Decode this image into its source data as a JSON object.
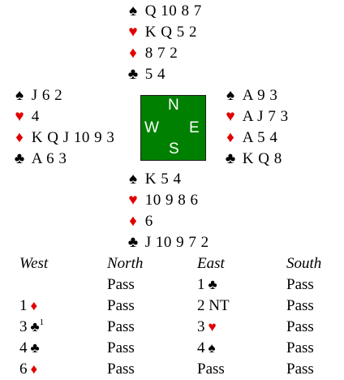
{
  "colors": {
    "red_suit": "#e00000",
    "black_suit": "#000000",
    "table": "#008000"
  },
  "compass": {
    "n": "N",
    "w": "W",
    "e": "E",
    "s": "S"
  },
  "hands": {
    "north": {
      "spades": "Q 10 8 7",
      "hearts": "K Q 5 2",
      "diamonds": "8 7 2",
      "clubs": "5 4"
    },
    "west": {
      "spades": "J 6 2",
      "hearts": "4",
      "diamonds": "K Q J 10 9 3",
      "clubs": "A 6 3"
    },
    "east": {
      "spades": "A 9 3",
      "hearts": "A J 7 3",
      "diamonds": "A 5 4",
      "clubs": "K Q 8"
    },
    "south": {
      "spades": "K 5 4",
      "hearts": "10 9 8 6",
      "diamonds": "6",
      "clubs": "J 10 9 7 2"
    }
  },
  "auction": {
    "headings": [
      "West",
      "North",
      "East",
      "South"
    ],
    "rows": [
      [
        {
          "text": ""
        },
        {
          "text": "Pass"
        },
        {
          "text": "1",
          "suit": "clubs"
        },
        {
          "text": "Pass"
        }
      ],
      [
        {
          "text": "1",
          "suit": "diamonds"
        },
        {
          "text": "Pass"
        },
        {
          "text": "2 NT"
        },
        {
          "text": "Pass"
        }
      ],
      [
        {
          "text": "3",
          "suit": "clubs",
          "note": "1"
        },
        {
          "text": "Pass"
        },
        {
          "text": "3",
          "suit": "hearts"
        },
        {
          "text": "Pass"
        }
      ],
      [
        {
          "text": "4",
          "suit": "clubs"
        },
        {
          "text": "Pass"
        },
        {
          "text": "4",
          "suit": "spades"
        },
        {
          "text": "Pass"
        }
      ],
      [
        {
          "text": "6",
          "suit": "diamonds"
        },
        {
          "text": "Pass"
        },
        {
          "text": "Pass"
        },
        {
          "text": "Pass"
        }
      ]
    ]
  }
}
